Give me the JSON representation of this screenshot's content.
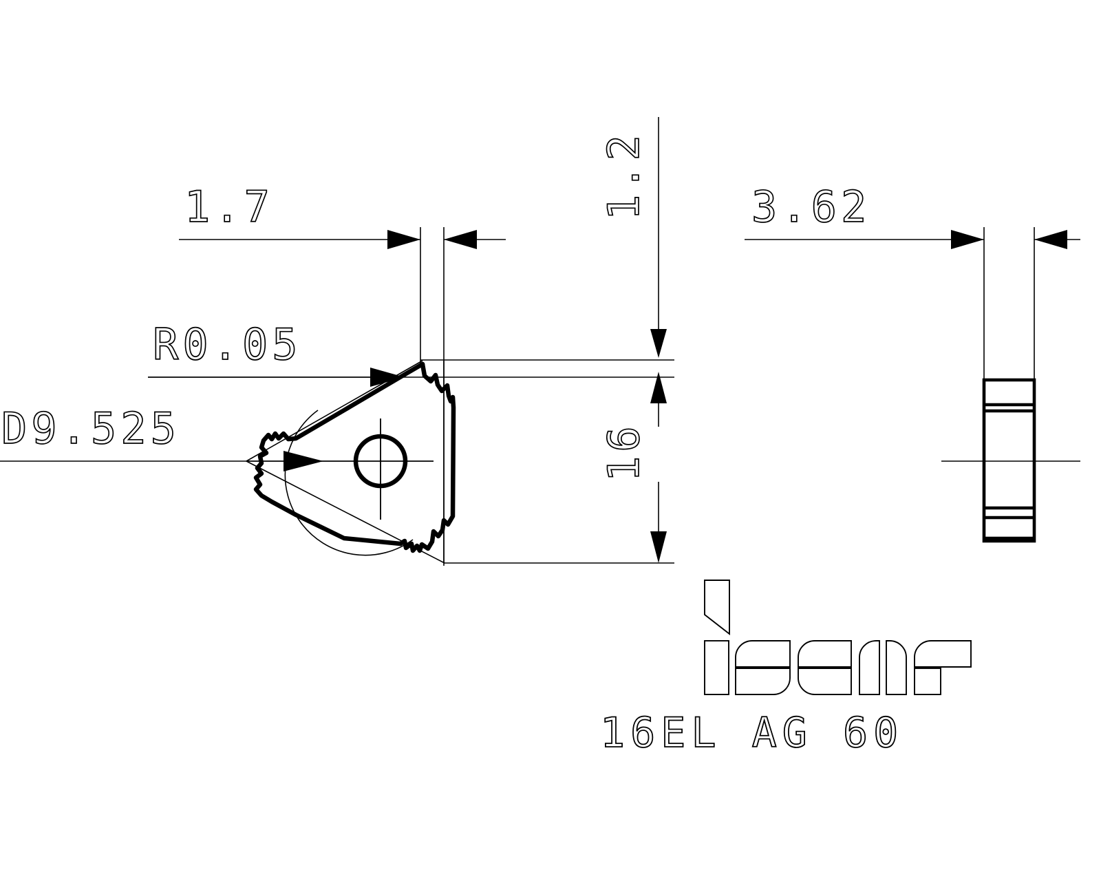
{
  "drawing": {
    "type": "engineering-drawing",
    "subject": "Indexable threading insert, front view and side view",
    "brand": "iscar",
    "part_designation": "16EL AG    60",
    "dimensions": {
      "width_1_7": "1.7",
      "height_1_2": "1.2",
      "height_16": "16",
      "thickness_3_62": "3.62",
      "corner_radius": "R0.05",
      "inscribed_circle": "D9.525"
    },
    "labels": [
      {
        "id": "dim-1-7",
        "text": "1.7",
        "kind": "linear-dimension",
        "orientation": "horizontal"
      },
      {
        "id": "dim-1-2",
        "text": "1.2",
        "kind": "linear-dimension",
        "orientation": "vertical"
      },
      {
        "id": "dim-16",
        "text": "16",
        "kind": "linear-dimension",
        "orientation": "vertical"
      },
      {
        "id": "dim-3-62",
        "text": "3.62",
        "kind": "linear-dimension",
        "orientation": "horizontal"
      },
      {
        "id": "dim-r005",
        "text": "R0.05",
        "kind": "radius-callout",
        "orientation": "horizontal"
      },
      {
        "id": "dim-d9525",
        "text": "D9.525",
        "kind": "diameter-callout",
        "orientation": "horizontal"
      }
    ],
    "colors": {
      "line": "#000000",
      "background": "#ffffff"
    }
  }
}
